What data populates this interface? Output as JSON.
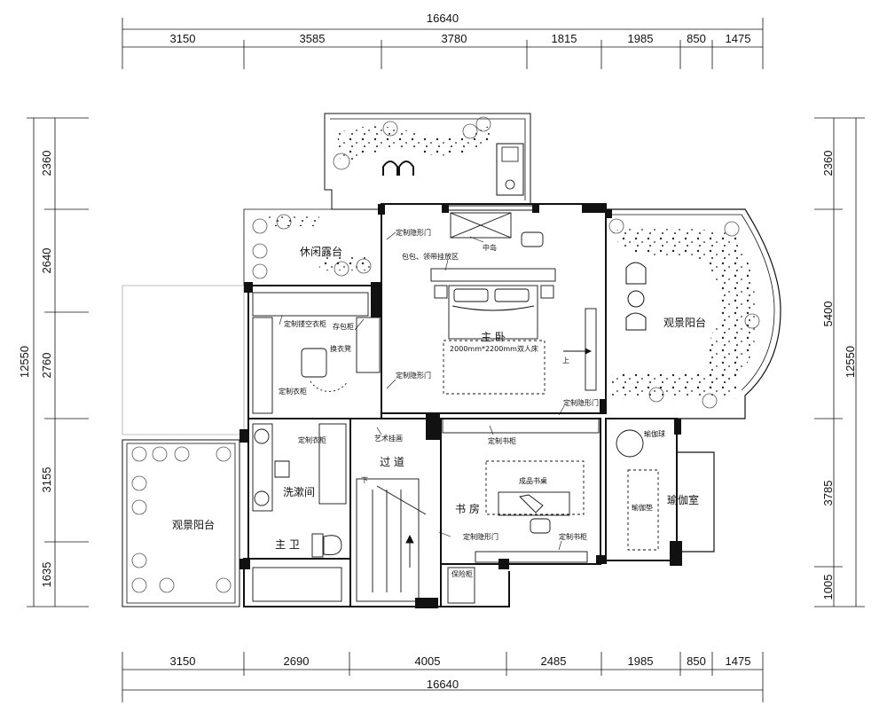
{
  "dimensions": {
    "top_total": "16640",
    "top_segments": [
      "3150",
      "3585",
      "3780",
      "1815",
      "1985",
      "850",
      "1475"
    ],
    "bottom_total": "16640",
    "bottom_segments": [
      "3150",
      "2690",
      "4005",
      "2485",
      "1985",
      "850",
      "1475"
    ],
    "left_total": "12550",
    "left_segments": [
      "2360",
      "2640",
      "2760",
      "3155",
      "1635"
    ],
    "right_total": "12550",
    "right_segments": [
      "2360",
      "5400",
      "3785",
      "1005"
    ]
  },
  "rooms": {
    "leisure_terrace": "休闲露台",
    "master_bedroom": "主 卧",
    "bed_note": "2000mm*2200mm双人床",
    "view_balcony_right": "观景阳台",
    "view_balcony_left": "观景阳台",
    "corridor": "过 道",
    "study": "书 房",
    "washroom": "洗漱间",
    "master_bath": "主 卫",
    "yoga_room": "瑜伽室"
  },
  "annotations": {
    "hidden_door_1": "定制隐形门",
    "hidden_door_2": "定制隐形门",
    "hidden_door_3": "定制隐形门",
    "hidden_door_4": "定制隐形门",
    "island": "中岛",
    "bag_area": "包包、领带挂放区",
    "mirror_wardrobe": "定制镂空衣柜",
    "bag_cabinet": "存包柜",
    "stool": "换衣凳",
    "wardrobe_1": "定制衣柜",
    "wardrobe_2": "定制衣柜",
    "art_hanging": "艺术挂画",
    "bookcase_1": "定制书柜",
    "bookcase_2": "定制书柜",
    "desk": "成品书桌",
    "safe": "保险柜",
    "yoga_ball": "瑜伽球",
    "yoga_mat": "瑜伽垫",
    "stair_down": "下",
    "stair_up": "上"
  }
}
